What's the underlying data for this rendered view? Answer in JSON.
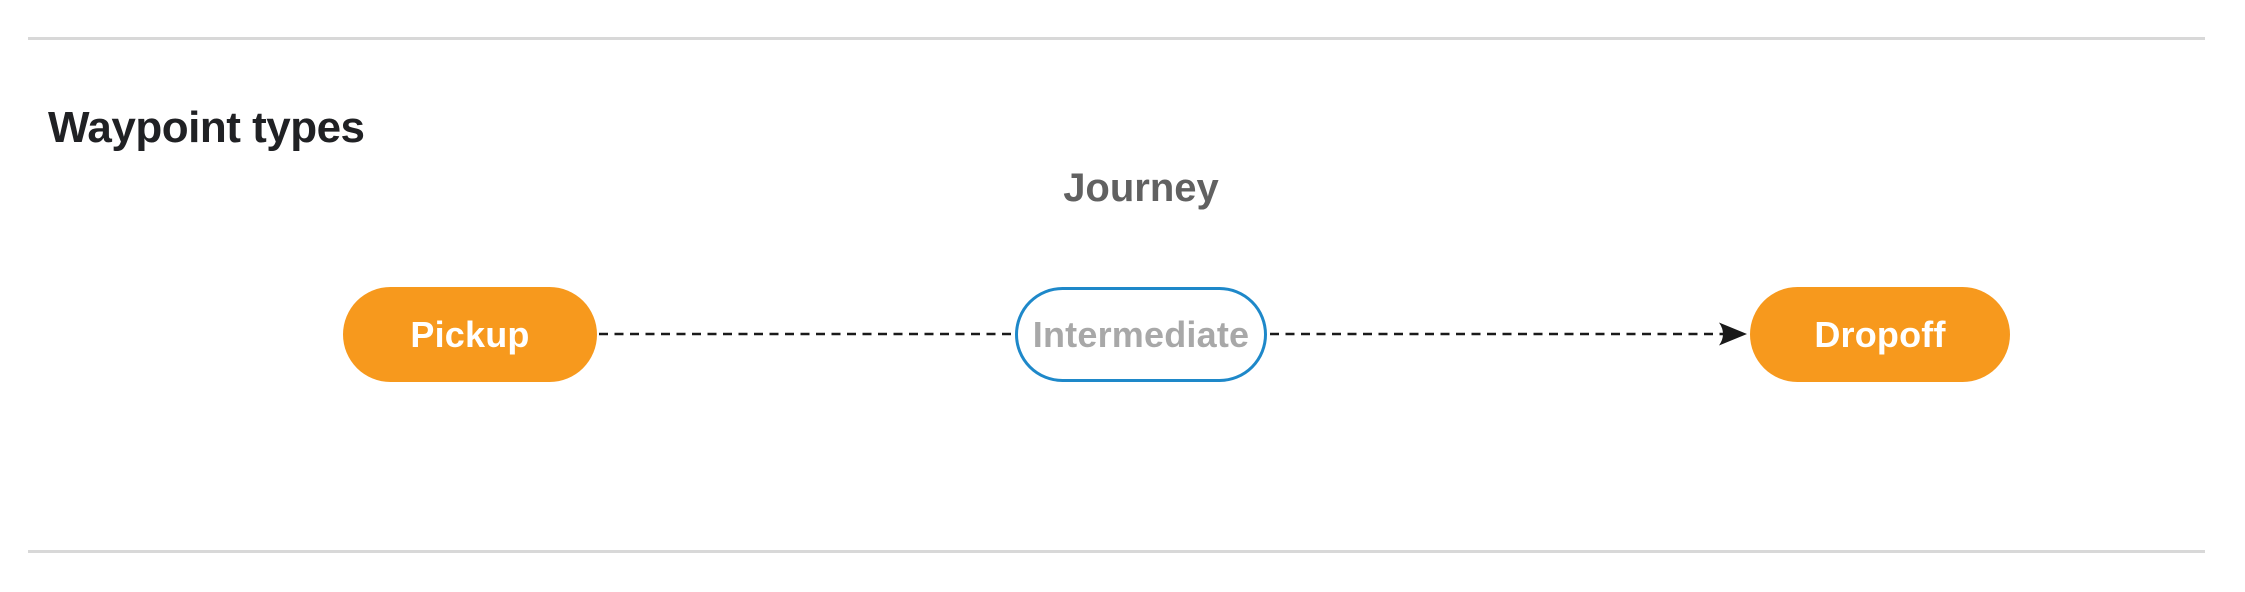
{
  "section": {
    "title": "Waypoint types"
  },
  "diagram": {
    "group_label": "Journey",
    "nodes": [
      {
        "label": "Pickup",
        "kind": "pickup",
        "style": "solid-orange-pill"
      },
      {
        "label": "Intermediate",
        "kind": "intermediate",
        "style": "white-pill-blue-outline"
      },
      {
        "label": "Dropoff",
        "kind": "dropoff",
        "style": "solid-orange-pill"
      }
    ],
    "connector": {
      "type": "dashed-line",
      "direction": "left-to-right",
      "arrowhead": "at-dropoff",
      "color": "#1A1A1A"
    }
  },
  "colors": {
    "node-fill-orange": "#F7991D",
    "node-text-on-orange": "#FFFFFF",
    "intermediate-border-blue": "#1E88C9",
    "intermediate-text-gray": "#A8A8A8",
    "journey-label-gray": "#616161",
    "heading-text": "#202124",
    "divider-gray": "#D8D8D8",
    "connector-black": "#1A1A1A"
  }
}
